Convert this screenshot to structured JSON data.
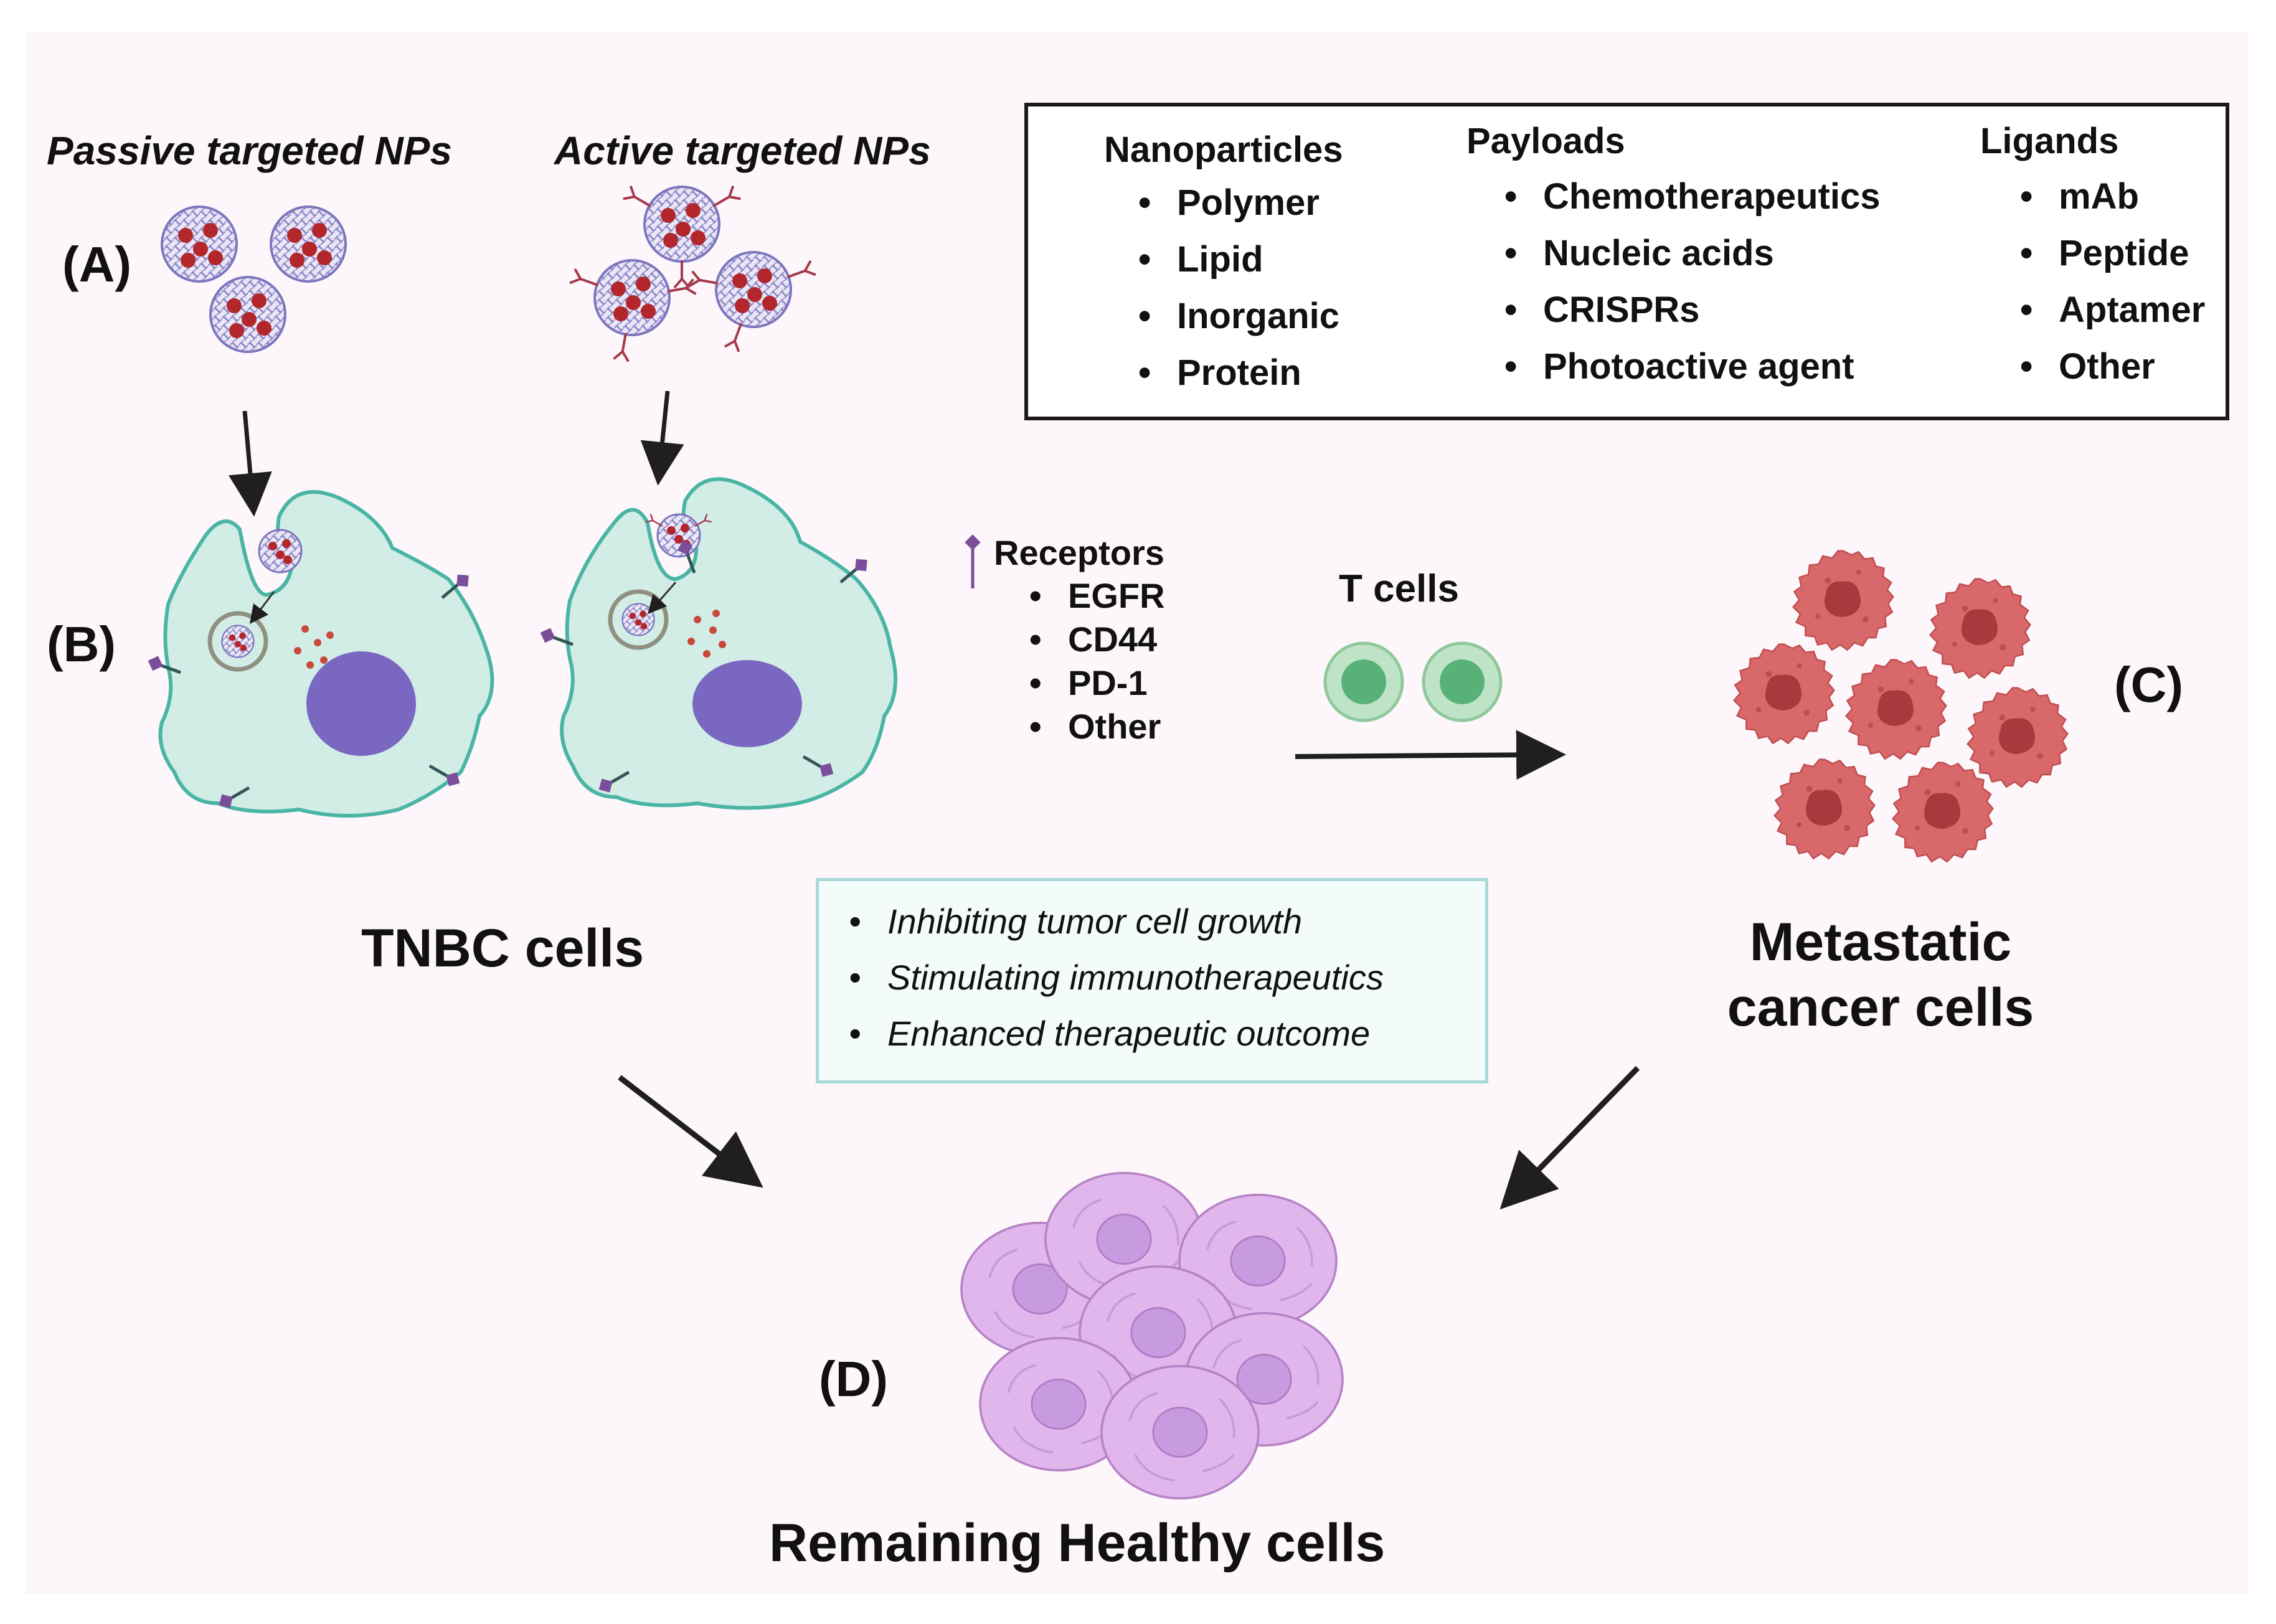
{
  "headings": {
    "passive": "Passive targeted NPs",
    "active": "Active targeted NPs"
  },
  "labels": {
    "a": "(A)",
    "b": "(B)",
    "c": "(C)",
    "d": "(D)"
  },
  "legend": {
    "nanoparticles": {
      "title": "Nanoparticles",
      "items": [
        "Polymer",
        "Lipid",
        "Inorganic",
        "Protein"
      ]
    },
    "payloads": {
      "title": "Payloads",
      "items": [
        "Chemotherapeutics",
        "Nucleic acids",
        "CRISPRs",
        "Photoactive agent"
      ]
    },
    "ligands": {
      "title": "Ligands",
      "items": [
        "mAb",
        "Peptide",
        "Aptamer",
        "Other"
      ]
    }
  },
  "receptors": {
    "title": "Receptors",
    "items": [
      "EGFR",
      "CD44",
      "PD-1",
      "Other"
    ]
  },
  "t_cells_label": "T cells",
  "titles": {
    "tnbc": "TNBC cells",
    "metastatic_line1": "Metastatic",
    "metastatic_line2": "cancer cells",
    "healthy": "Remaining Healthy cells"
  },
  "outcomes": [
    "Inhibiting tumor cell growth",
    "Stimulating immunotherapeutics",
    "Enhanced therapeutic outcome"
  ],
  "colors": {
    "background": "#fdf7fb",
    "tnbc_cell": "#d2ece6",
    "nucleus": "#7a67c2",
    "cancer_cell": "#d9686a",
    "healthy_cell": "#e0b6ec",
    "t_cell": "#58b277",
    "payload": "#d32f2f"
  }
}
